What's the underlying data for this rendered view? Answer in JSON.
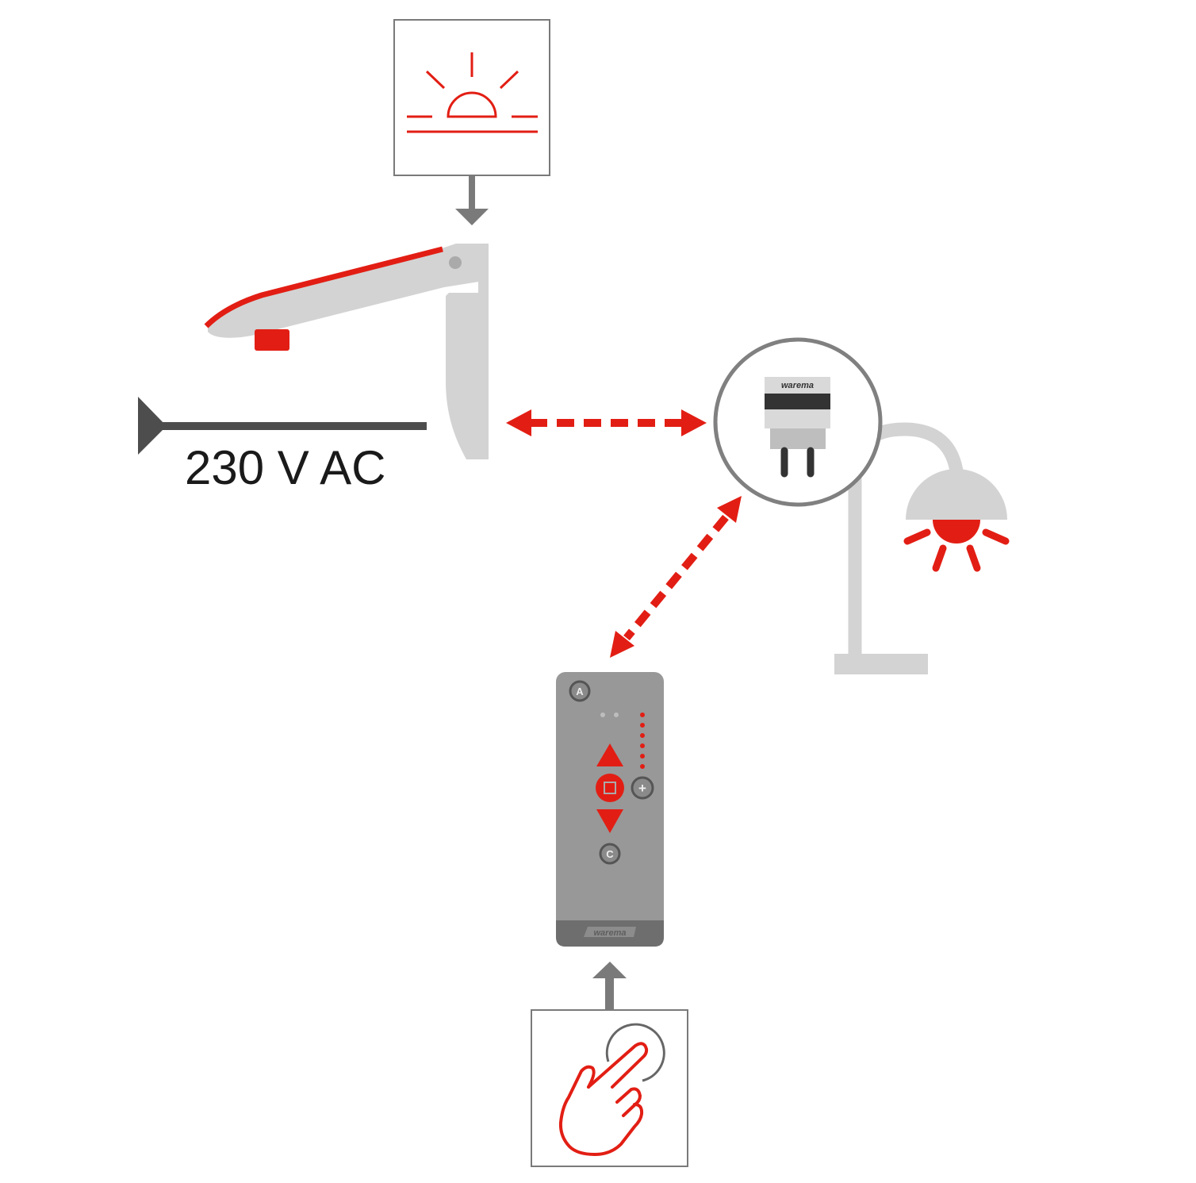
{
  "power": {
    "label": "230 V AC"
  },
  "plug": {
    "brand": "warema"
  },
  "remote": {
    "brand": "warema",
    "button_a": "A",
    "button_c": "C",
    "button_plus": "+"
  },
  "colors": {
    "accent": "#e21e14",
    "gray_dark": "#4d4d4d",
    "gray_mid": "#7a7a7a",
    "gray_light": "#d3d3d3",
    "remote_body": "#989898"
  }
}
